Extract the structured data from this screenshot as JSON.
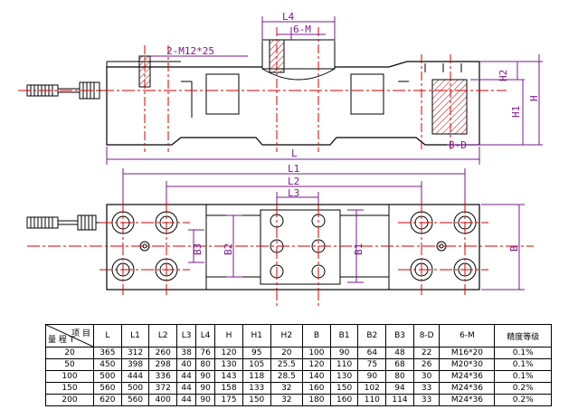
{
  "labels": {
    "side_L4": "L4",
    "side_6M": "6-M",
    "side_2M": "2-M12*25",
    "side_H2": "H2",
    "side_H1": "H1",
    "side_H": "H",
    "side_8D": "8-D",
    "side_L": "L",
    "top_L1": "L1",
    "top_L2": "L2",
    "top_L3": "L3",
    "top_B3": "B3",
    "top_B2": "B2",
    "top_B1": "B1",
    "top_B": "B"
  },
  "table": {
    "corner_top": "项 目",
    "corner_bottom": "量 程 T",
    "headers": [
      "L",
      "L1",
      "L2",
      "L3",
      "L4",
      "H",
      "H1",
      "H2",
      "B",
      "B1",
      "B2",
      "B3",
      "8-D",
      "6-M",
      "精度等级"
    ],
    "rows": [
      {
        "range": "20",
        "cells": [
          "365",
          "312",
          "260",
          "38",
          "76",
          "120",
          "95",
          "20",
          "100",
          "90",
          "64",
          "48",
          "22",
          "M16*20",
          "0.1%"
        ]
      },
      {
        "range": "50",
        "cells": [
          "450",
          "398",
          "298",
          "40",
          "80",
          "130",
          "105",
          "25.5",
          "120",
          "110",
          "75",
          "68",
          "26",
          "M20*30",
          "0.1%"
        ]
      },
      {
        "range": "100",
        "cells": [
          "500",
          "444",
          "336",
          "44",
          "90",
          "143",
          "118",
          "28.5",
          "140",
          "130",
          "90",
          "80",
          "30",
          "M24*36",
          "0.1%"
        ]
      },
      {
        "range": "150",
        "cells": [
          "560",
          "500",
          "372",
          "44",
          "90",
          "158",
          "133",
          "32",
          "160",
          "150",
          "102",
          "94",
          "33",
          "M24*36",
          "0.2%"
        ]
      },
      {
        "range": "200",
        "cells": [
          "620",
          "560",
          "400",
          "44",
          "90",
          "175",
          "150",
          "32",
          "180",
          "160",
          "110",
          "114",
          "33",
          "M24*36",
          "0.2%"
        ]
      }
    ]
  },
  "colors": {
    "outline": "#000000",
    "centerline": "#d40000",
    "dimension": "#7a1a8c"
  }
}
